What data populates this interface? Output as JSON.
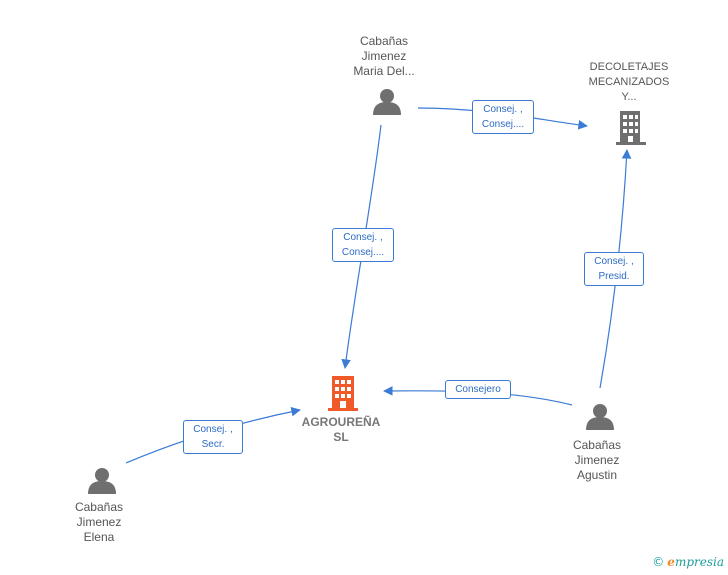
{
  "colors": {
    "edge": "#3a7bd5",
    "person": "#6f6f6f",
    "company": "#6f6f6f",
    "focus_company": "#f05a28"
  },
  "nodes": {
    "maria": {
      "icon": "person-icon",
      "line1": "Cabañas",
      "line2": "Jimenez",
      "line3": "Maria Del..."
    },
    "decoletajes": {
      "icon": "building-icon",
      "line1": "DECOLETAJES",
      "line2": "MECANIZADOS",
      "line3": "Y..."
    },
    "agrourena": {
      "icon": "building-icon",
      "line1": "AGROUREÑA",
      "line2": "SL"
    },
    "agustin": {
      "icon": "person-icon",
      "line1": "Cabañas",
      "line2": "Jimenez",
      "line3": "Agustin"
    },
    "elena": {
      "icon": "person-icon",
      "line1": "Cabañas",
      "line2": "Jimenez",
      "line3": "Elena"
    }
  },
  "edges": {
    "maria_decoletajes": {
      "line1": "Consej. ,",
      "line2": "Consej...."
    },
    "maria_agrourena": {
      "line1": "Consej. ,",
      "line2": "Consej...."
    },
    "agustin_decoletajes": {
      "line1": "Consej. ,",
      "line2": "Presid."
    },
    "agustin_agrourena": {
      "line1": "Consejero"
    },
    "elena_agrourena": {
      "line1": "Consej. ,",
      "line2": "Secr."
    }
  },
  "watermark": {
    "copyright": "©",
    "brand_first": "e",
    "brand_rest": "mpresia"
  }
}
